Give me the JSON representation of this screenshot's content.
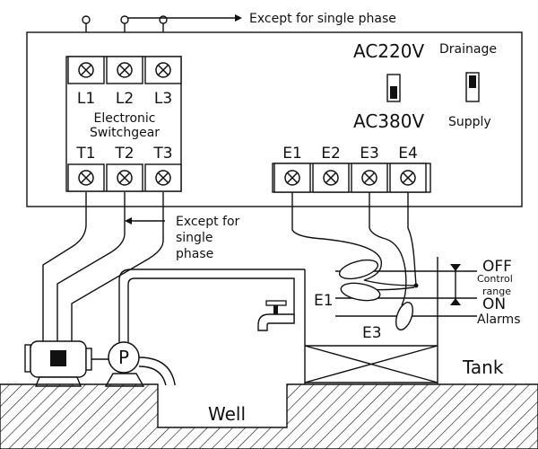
{
  "labels": {
    "except_single_phase_top": "Except for single phase",
    "except_for": "Except for",
    "single": "single",
    "phase": "phase",
    "ac220": "AC220V",
    "ac380": "AC380V",
    "drainage": "Drainage",
    "supply": "Supply",
    "electronic": "Electronic",
    "switchgear": "Switchgear",
    "off": "OFF",
    "on": "ON",
    "control": "Control",
    "range": "range",
    "alarms": "Alarms",
    "e1_float": "E1",
    "e3_float": "E3",
    "tank": "Tank",
    "well": "Well",
    "pump": "P"
  },
  "terminals": {
    "input": [
      "L1",
      "L2",
      "L3"
    ],
    "output": [
      "T1",
      "T2",
      "T3"
    ],
    "electrode": [
      "E1",
      "E2",
      "E3",
      "E4"
    ]
  },
  "colors": {
    "line": "#111111",
    "ground_hatch": "#111111",
    "background": "#ffffff"
  }
}
